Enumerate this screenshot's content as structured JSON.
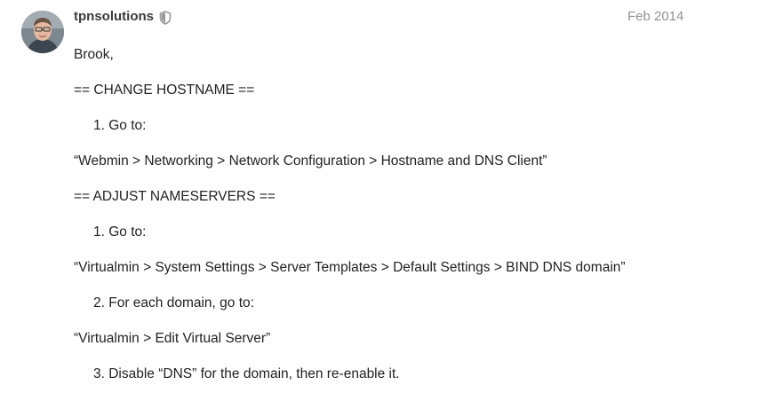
{
  "post": {
    "username": "tpnsolutions",
    "date": "Feb 2014",
    "lines": [
      "Brook,",
      "== CHANGE HOSTNAME ==",
      "1. Go to:",
      "“Webmin > Networking > Network Configuration > Hostname and DNS Client”",
      "== ADJUST NAMESERVERS ==",
      "1. Go to:",
      "“Virtualmin > System Settings > Server Templates > Default Settings > BIND DNS domain”",
      "2. For each domain, go to:",
      "“Virtualmin > Edit Virtual Server”",
      "3. Disable “DNS” for the domain, then re-enable it."
    ]
  },
  "icons": {
    "avatar": "user-avatar",
    "badge": "shield-icon"
  },
  "colors": {
    "text": "#222222",
    "muted": "#919191",
    "username": "#3a3a3a",
    "badge": "#9a9a9a"
  }
}
